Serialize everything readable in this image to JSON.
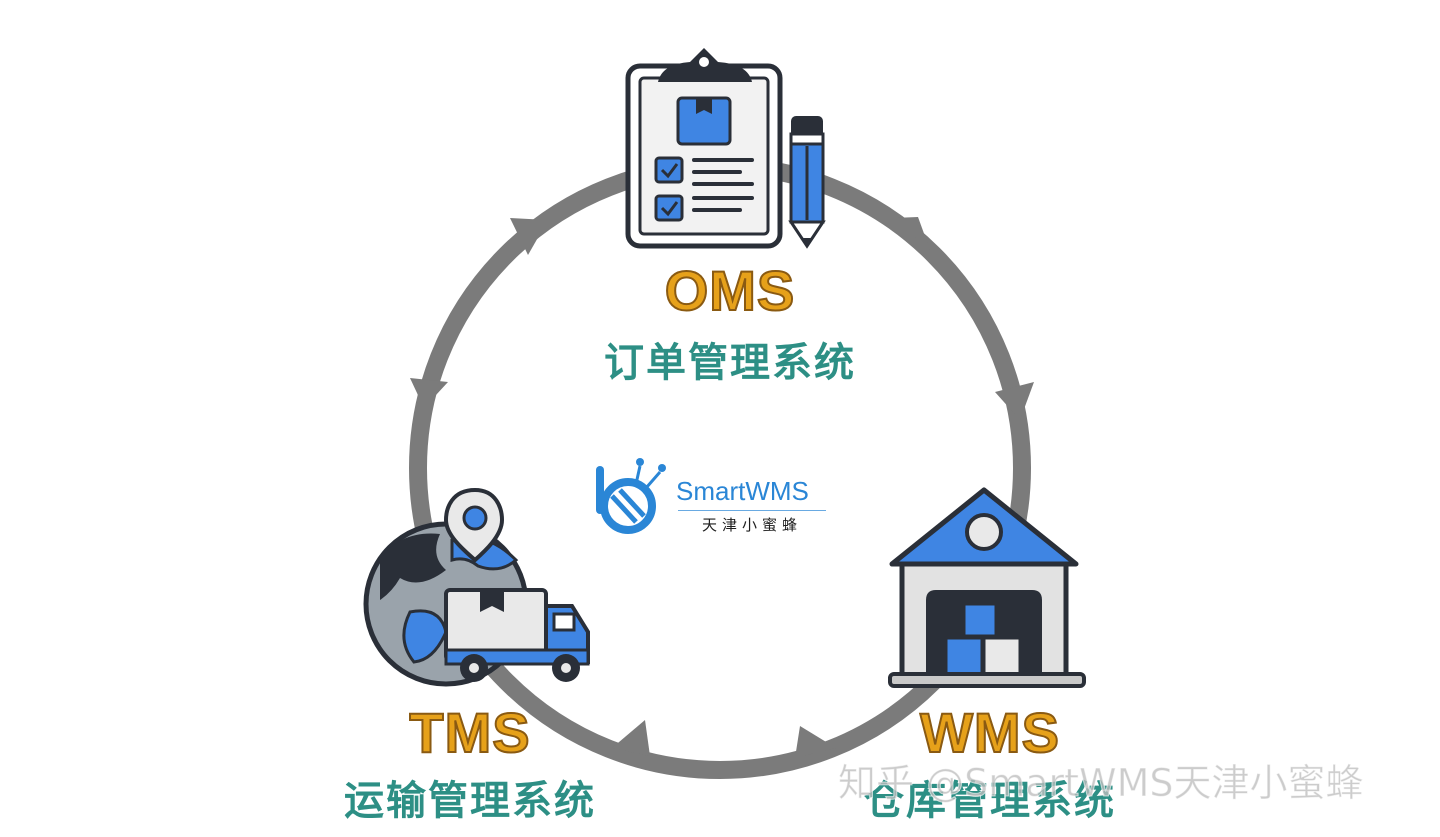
{
  "nodes": {
    "oms": {
      "code": "OMS",
      "name": "订单管理系统"
    },
    "tms": {
      "code": "TMS",
      "name": "运输管理系统"
    },
    "wms": {
      "code": "WMS",
      "name": "仓库管理系统"
    }
  },
  "center_logo": {
    "brand": "SmartWMS",
    "subtitle": "天津小蜜蜂"
  },
  "watermark": "知乎 @SmartWMS天津小蜜蜂",
  "colors": {
    "cycle_arrow": "#7b7b7b",
    "icon_blue": "#3f85e3",
    "icon_outline": "#2a2f38",
    "code_gold": "#e6a11a",
    "name_teal": "#2d8f85",
    "logo_blue": "#2a86d6"
  },
  "icons": {
    "oms": "clipboard-checklist-pencil-icon",
    "tms": "globe-location-truck-icon",
    "wms": "warehouse-boxes-icon"
  }
}
